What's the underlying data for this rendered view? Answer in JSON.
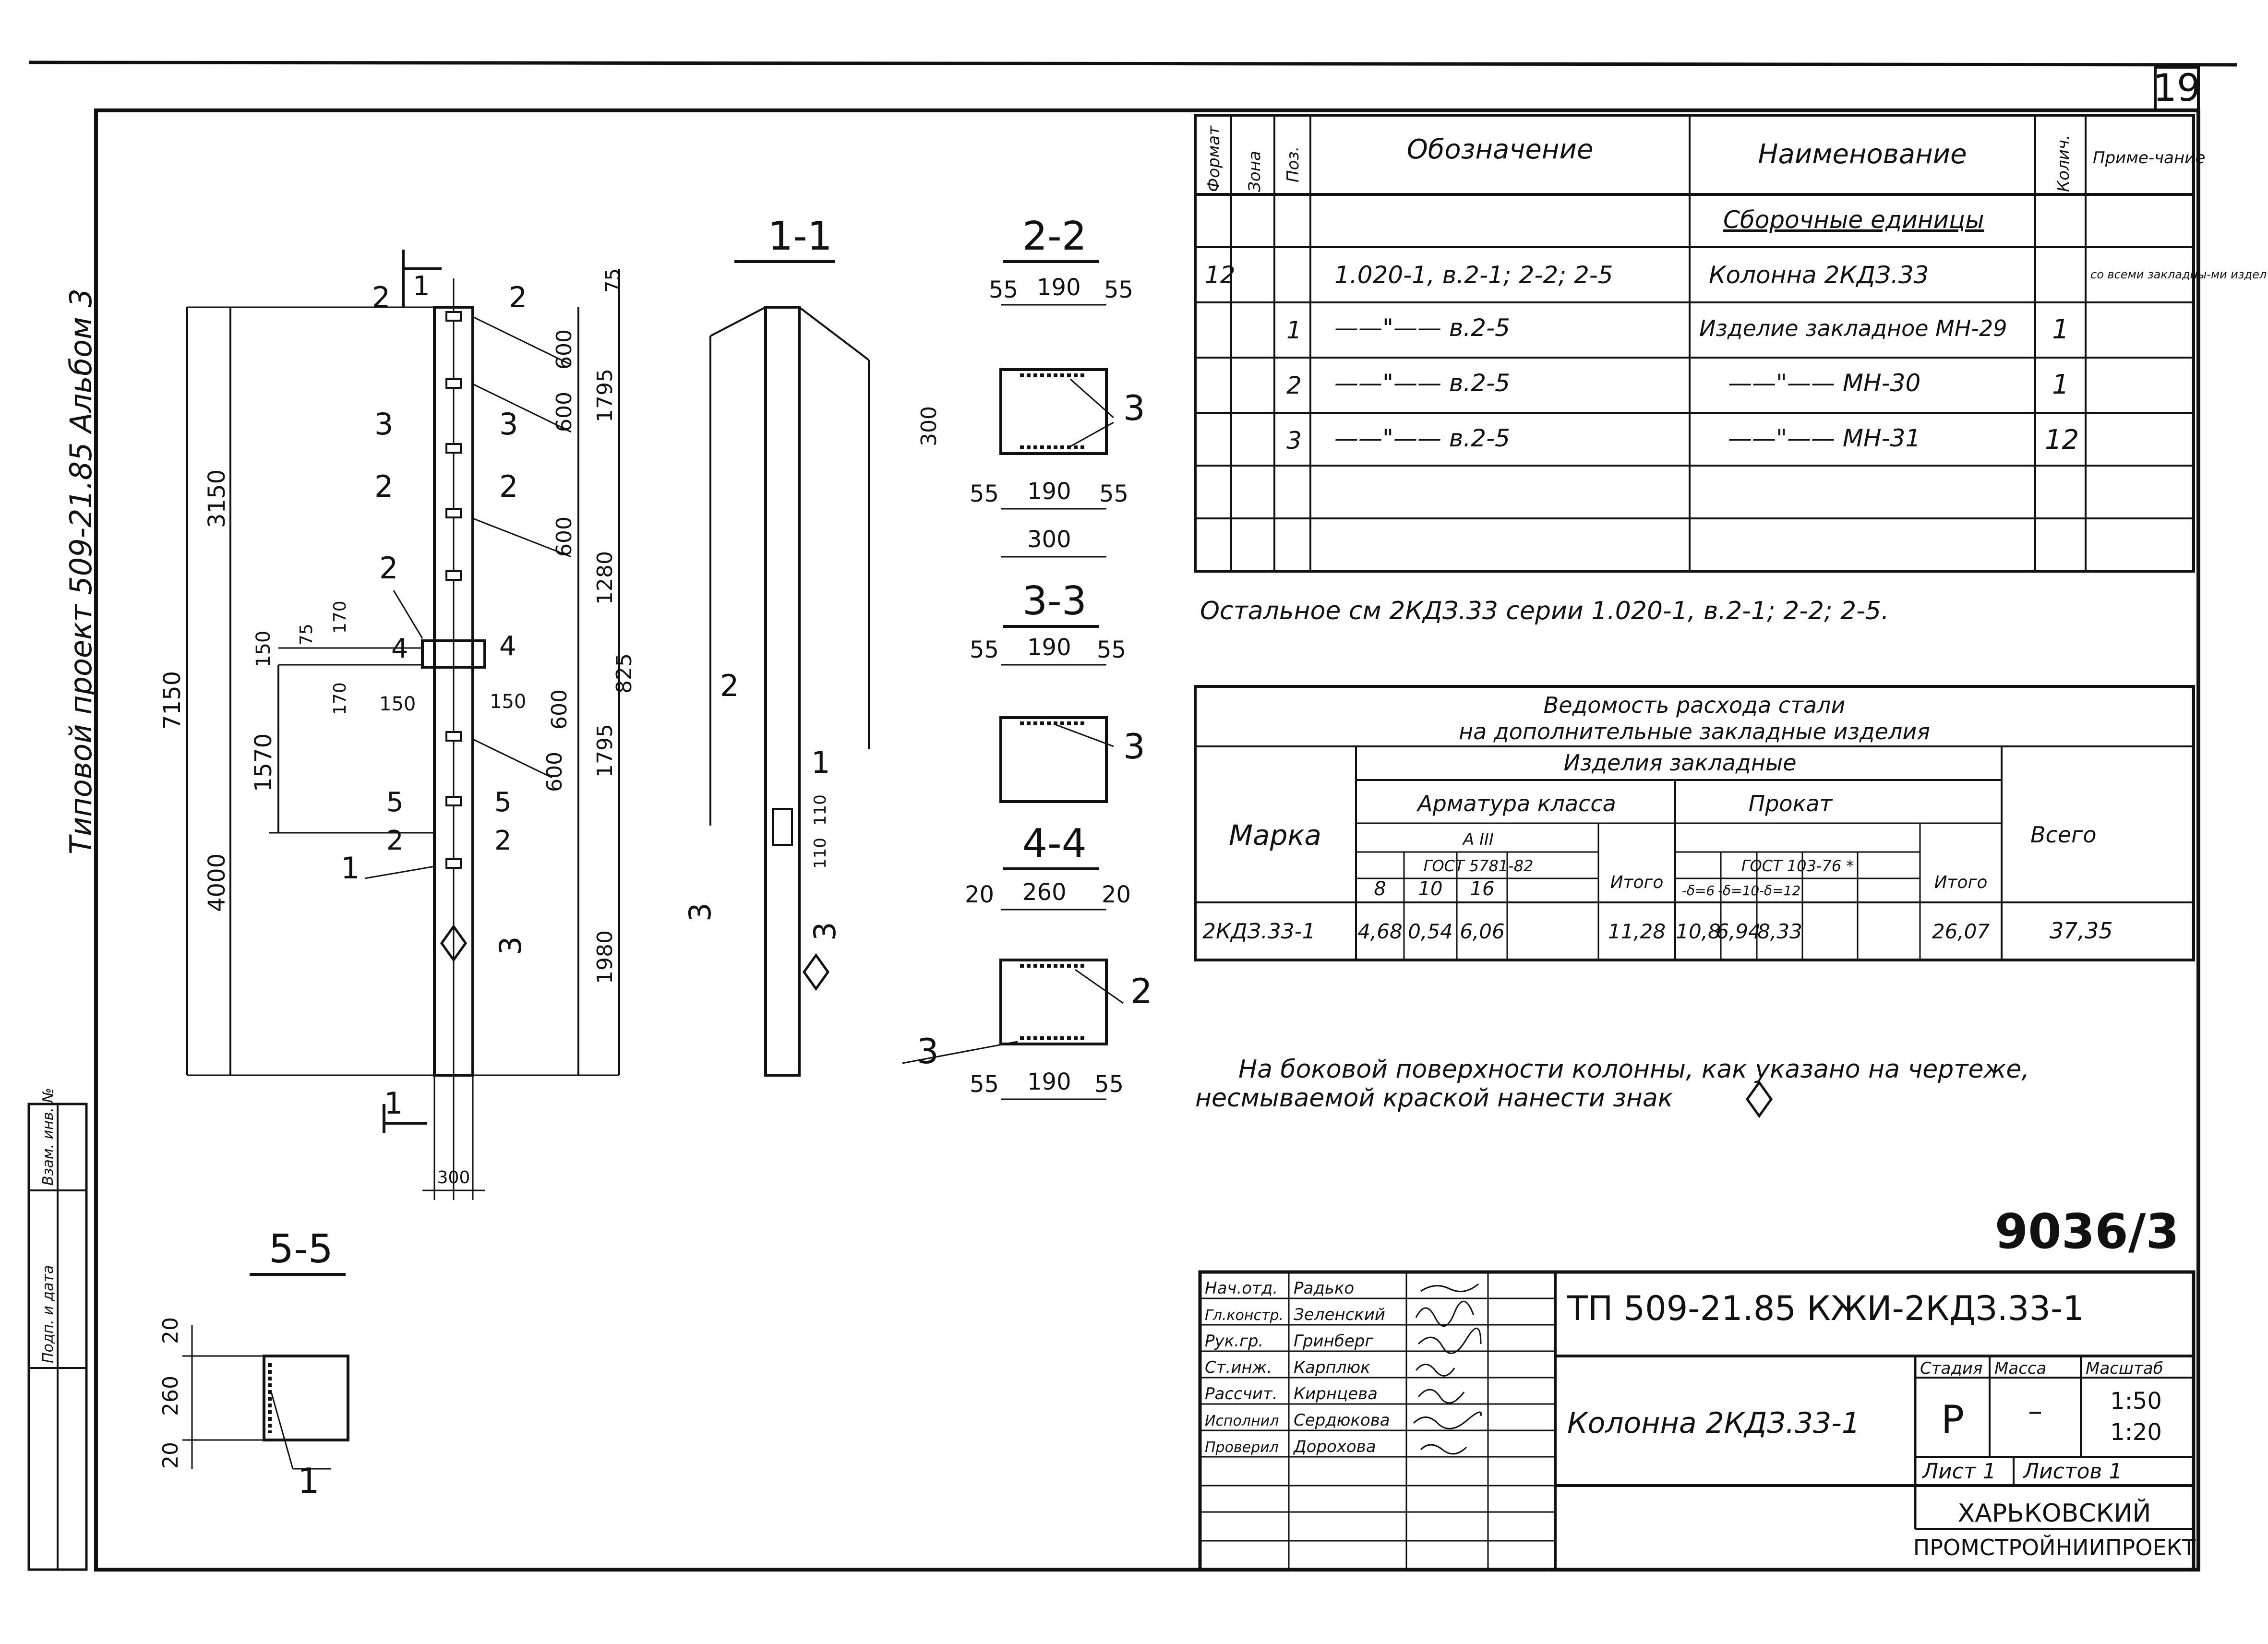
{
  "sheet_number": "19",
  "side_label": "Типовой проект 509-21.85 Альбом 3",
  "left_stamp": [
    "Взам. инв. №",
    "Подп. и дата"
  ],
  "spec": {
    "headers": [
      "Формат",
      "Зона",
      "Поз.",
      "Обозначение",
      "Наименование",
      "Колич.",
      "Приме-чание"
    ],
    "section_title": "Сборочные единицы",
    "rows": [
      {
        "format": "12",
        "zone": "",
        "pos": "",
        "designation": "1.020-1, в.2-1; 2-2; 2-5",
        "name": "Колонна 2КДЗ.33",
        "qty": "",
        "note": "со всеми закладны-ми издел"
      },
      {
        "format": "",
        "zone": "",
        "pos": "1",
        "designation": "——\"—— в.2-5",
        "name": "Изделие закладное МН-29",
        "qty": "1",
        "note": ""
      },
      {
        "format": "",
        "zone": "",
        "pos": "2",
        "designation": "——\"—— в.2-5",
        "name": "——\"—— МН-30",
        "qty": "1",
        "note": ""
      },
      {
        "format": "",
        "zone": "",
        "pos": "3",
        "designation": "——\"—— в.2-5",
        "name": "——\"—— МН-31",
        "qty": "12",
        "note": ""
      }
    ]
  },
  "remark_rest": "Остальное см 2КДЗ.33 серии 1.020-1, в.2-1; 2-2; 2-5.",
  "steel": {
    "title_1": "Ведомость расхода стали",
    "title_2": "на дополнительные закладные изделия",
    "group": "Изделия закладные",
    "col_mark": "Марка",
    "col_total": "Всего",
    "armature": "Арматура класса",
    "armature_class": "А III",
    "armature_gost": "ГОСТ 5781-82",
    "rolled": "Прокат",
    "rolled_gost": "ГОСТ 103-76 *",
    "sub_itogo": "Итого",
    "sub_cols_arm": [
      "8",
      "10",
      "16"
    ],
    "sub_cols_rol": [
      "-δ=6",
      "-δ=10",
      "-δ=12"
    ],
    "row": {
      "mark": "2КДЗ.33-1",
      "a8": "4,68",
      "a10": "0,54",
      "a16": "6,06",
      "a_itogo": "11,28",
      "r6": "10,8",
      "r10": "6,94",
      "r12": "8,33",
      "r_itogo": "26,07",
      "total": "37,35"
    }
  },
  "note_1": "На боковой поверхности колонны, как указано на чертеже,",
  "note_2": "несмываемой краской нанести знак",
  "doc_number": "9036/3",
  "views": {
    "section_1_1": "1-1",
    "section_2_2": "2-2",
    "section_3_3": "3-3",
    "section_4_4": "4-4",
    "section_5_5": "5-5"
  },
  "dims": {
    "d7150": "7150",
    "d3150": "3150",
    "d4000": "4000",
    "d1570": "1570",
    "d75": "75",
    "d600": "600",
    "d1795": "1795",
    "d1280": "1280",
    "d825": "825",
    "d1980": "1980",
    "d150": "150",
    "d170": "170",
    "d110": "110",
    "d300": "300",
    "d55": "55",
    "d190": "190",
    "d20": "20",
    "d260": "260"
  },
  "callouts": {
    "c1": "1",
    "c2": "2",
    "c3": "3",
    "c4": "4",
    "c5": "5"
  },
  "title_block": {
    "project": "ТП 509-21.85 КЖИ-2КДЗ.33-1",
    "drawing_name": "Колонна 2КДЗ.33-1",
    "roles": [
      "Нач.отд.",
      "Гл.констр.",
      "Рук.гр.",
      "Ст.инж.",
      "Рассчит.",
      "Исполнил",
      "Проверил"
    ],
    "names": [
      "Радько",
      "Зеленский",
      "Гринберг",
      "Карплюк",
      "Кирнцева",
      "Сердюкова",
      "Дорохова"
    ],
    "stage_label": "Стадия",
    "mass_label": "Масса",
    "scale_label": "Масштаб",
    "stage": "Р",
    "mass": "–",
    "scale_1": "1:50",
    "scale_2": "1:20",
    "sheet_label": "Лист 1",
    "sheets_label": "Листов 1",
    "org_1": "ХАРЬКОВСКИЙ",
    "org_2": "ПРОМСТРОЙНИИПРОЕКТ"
  }
}
